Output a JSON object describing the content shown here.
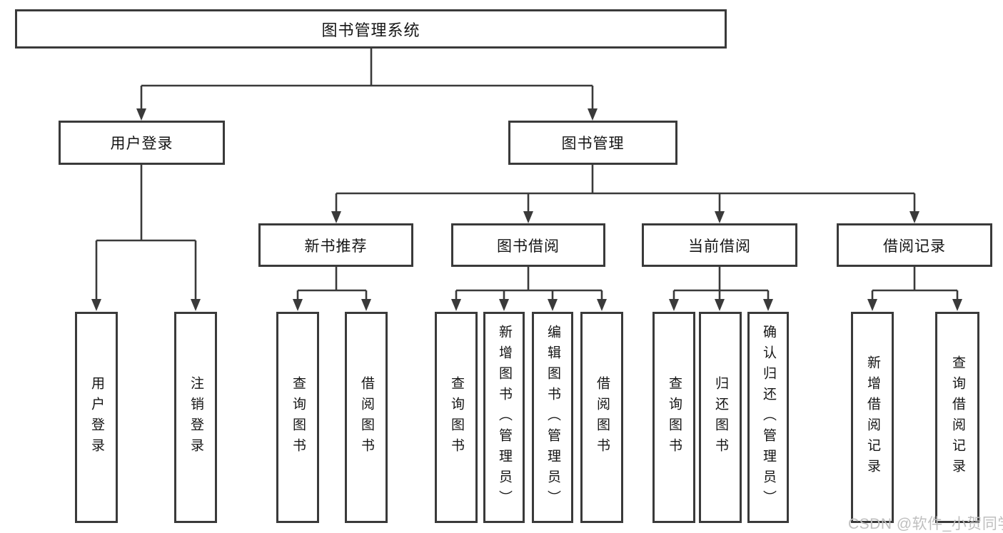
{
  "diagram_type": "hierarchy-tree",
  "colors": {
    "background": "#ffffff",
    "line": "#3a3a3a",
    "box_border": "#3a3a3a",
    "text": "#151515",
    "watermark": "#bfbfbf"
  },
  "tree": {
    "root": "图书管理系统",
    "children": [
      {
        "label": "用户登录",
        "children": [
          {
            "label": "用户登录"
          },
          {
            "label": "注销登录"
          }
        ]
      },
      {
        "label": "图书管理",
        "children": [
          {
            "label": "新书推荐",
            "children": [
              {
                "label": "查询图书"
              },
              {
                "label": "借阅图书"
              }
            ]
          },
          {
            "label": "图书借阅",
            "children": [
              {
                "label": "查询图书"
              },
              {
                "label": "新增图书（管理员）"
              },
              {
                "label": "编辑图书（管理员）"
              },
              {
                "label": "借阅图书"
              }
            ]
          },
          {
            "label": "当前借阅",
            "children": [
              {
                "label": "查询图书"
              },
              {
                "label": "归还图书"
              },
              {
                "label": "确认归还（管理员）"
              }
            ]
          },
          {
            "label": "借阅记录",
            "children": [
              {
                "label": "新增借阅记录"
              },
              {
                "label": "查询借阅记录"
              }
            ]
          }
        ]
      }
    ]
  },
  "watermark": {
    "text": "CSDN @软件_小贺同学"
  }
}
